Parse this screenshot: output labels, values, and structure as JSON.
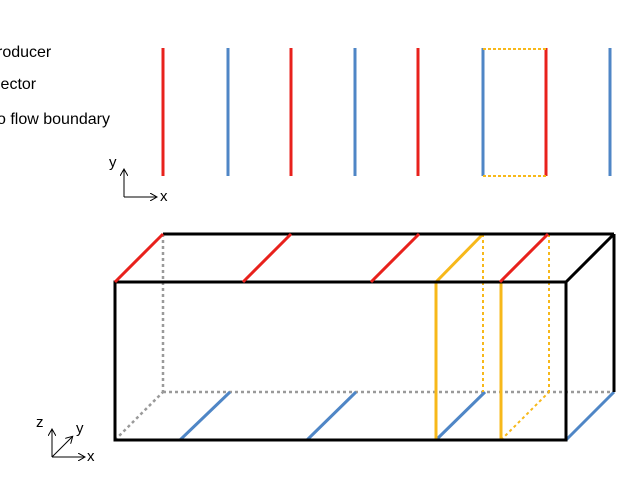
{
  "legend": {
    "producer": "roducer",
    "injector": "jector",
    "no_flow": "o flow boundary"
  },
  "axes_2d": {
    "vertical": "y",
    "horizontal": "x"
  },
  "axes_3d": {
    "vertical": "z",
    "depth": "y",
    "horizontal": "x"
  },
  "colors": {
    "producer": "#e8211c",
    "injector": "#4f86c6",
    "boundary": "#f7b81a",
    "box": "#000000",
    "hidden": "#9a9a9a"
  },
  "plan_view_wells": [
    "producer",
    "injector",
    "producer",
    "injector",
    "producer",
    "injector",
    "producer",
    "injector"
  ]
}
